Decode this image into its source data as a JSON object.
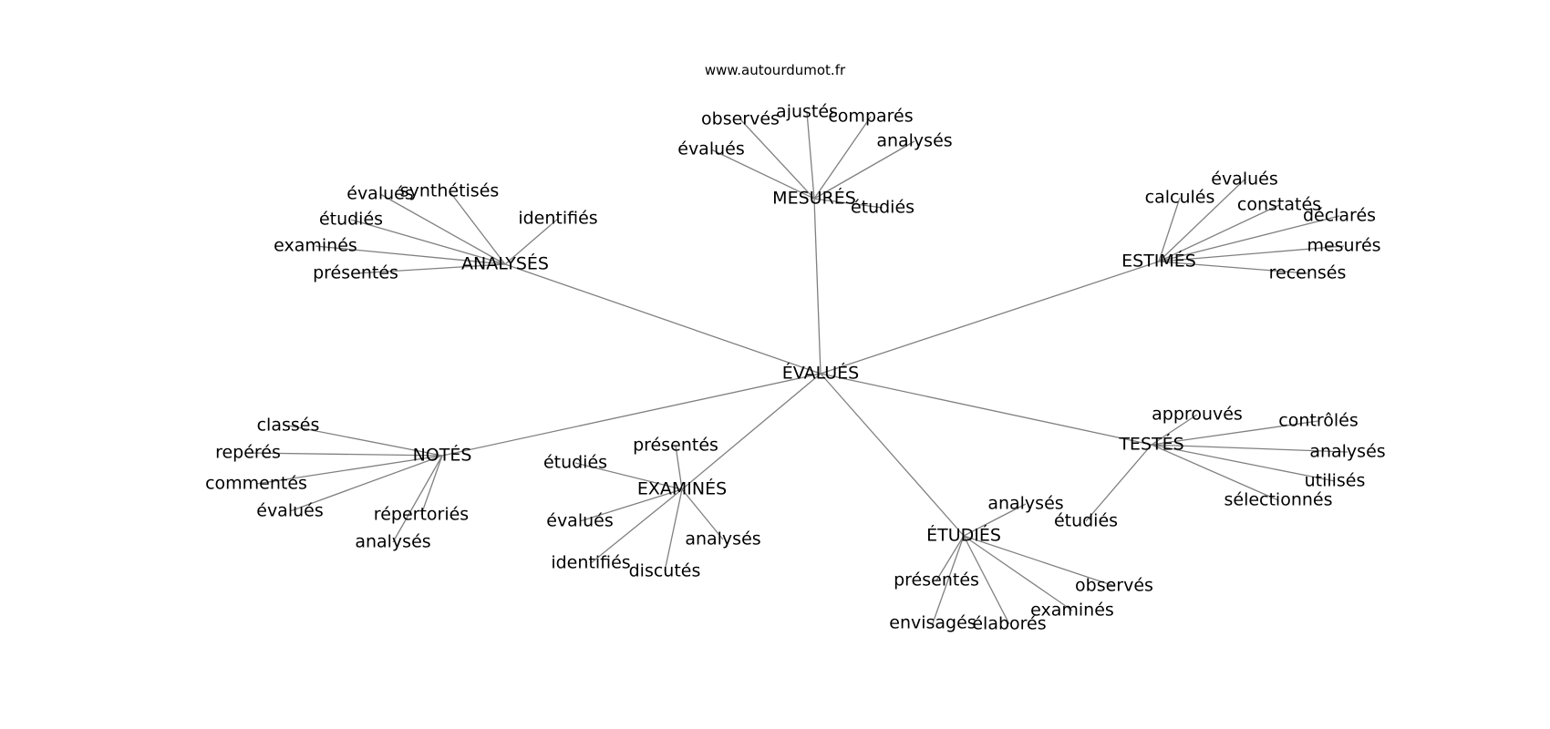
{
  "source_credit": "www.autourdumot.fr",
  "center": {
    "word": "ÉVALUÉS"
  },
  "clusters": [
    {
      "word": "MESURÉS",
      "related": [
        "ajustés",
        "observés",
        "comparés",
        "analysés",
        "évalués",
        "étudiés"
      ]
    },
    {
      "word": "ANALYSÉS",
      "related": [
        "synthétisés",
        "évalués",
        "identifiés",
        "étudiés",
        "examinés",
        "présentés"
      ]
    },
    {
      "word": "ESTIMÉS",
      "related": [
        "évalués",
        "calculés",
        "constatés",
        "déclarés",
        "mesurés",
        "recensés"
      ]
    },
    {
      "word": "NOTÉS",
      "related": [
        "classés",
        "repérés",
        "commentés",
        "évalués",
        "répertoriés",
        "analysés"
      ]
    },
    {
      "word": "EXAMINÉS",
      "related": [
        "présentés",
        "étudiés",
        "évalués",
        "analysés",
        "identifiés",
        "discutés"
      ]
    },
    {
      "word": "ÉTUDIÉS",
      "related": [
        "analysés",
        "présentés",
        "observés",
        "examinés",
        "envisagés",
        "élaborés"
      ]
    },
    {
      "word": "TESTÉS",
      "related": [
        "approuvés",
        "contrôlés",
        "analysés",
        "utilisés",
        "sélectionnés",
        "étudiés"
      ]
    }
  ]
}
